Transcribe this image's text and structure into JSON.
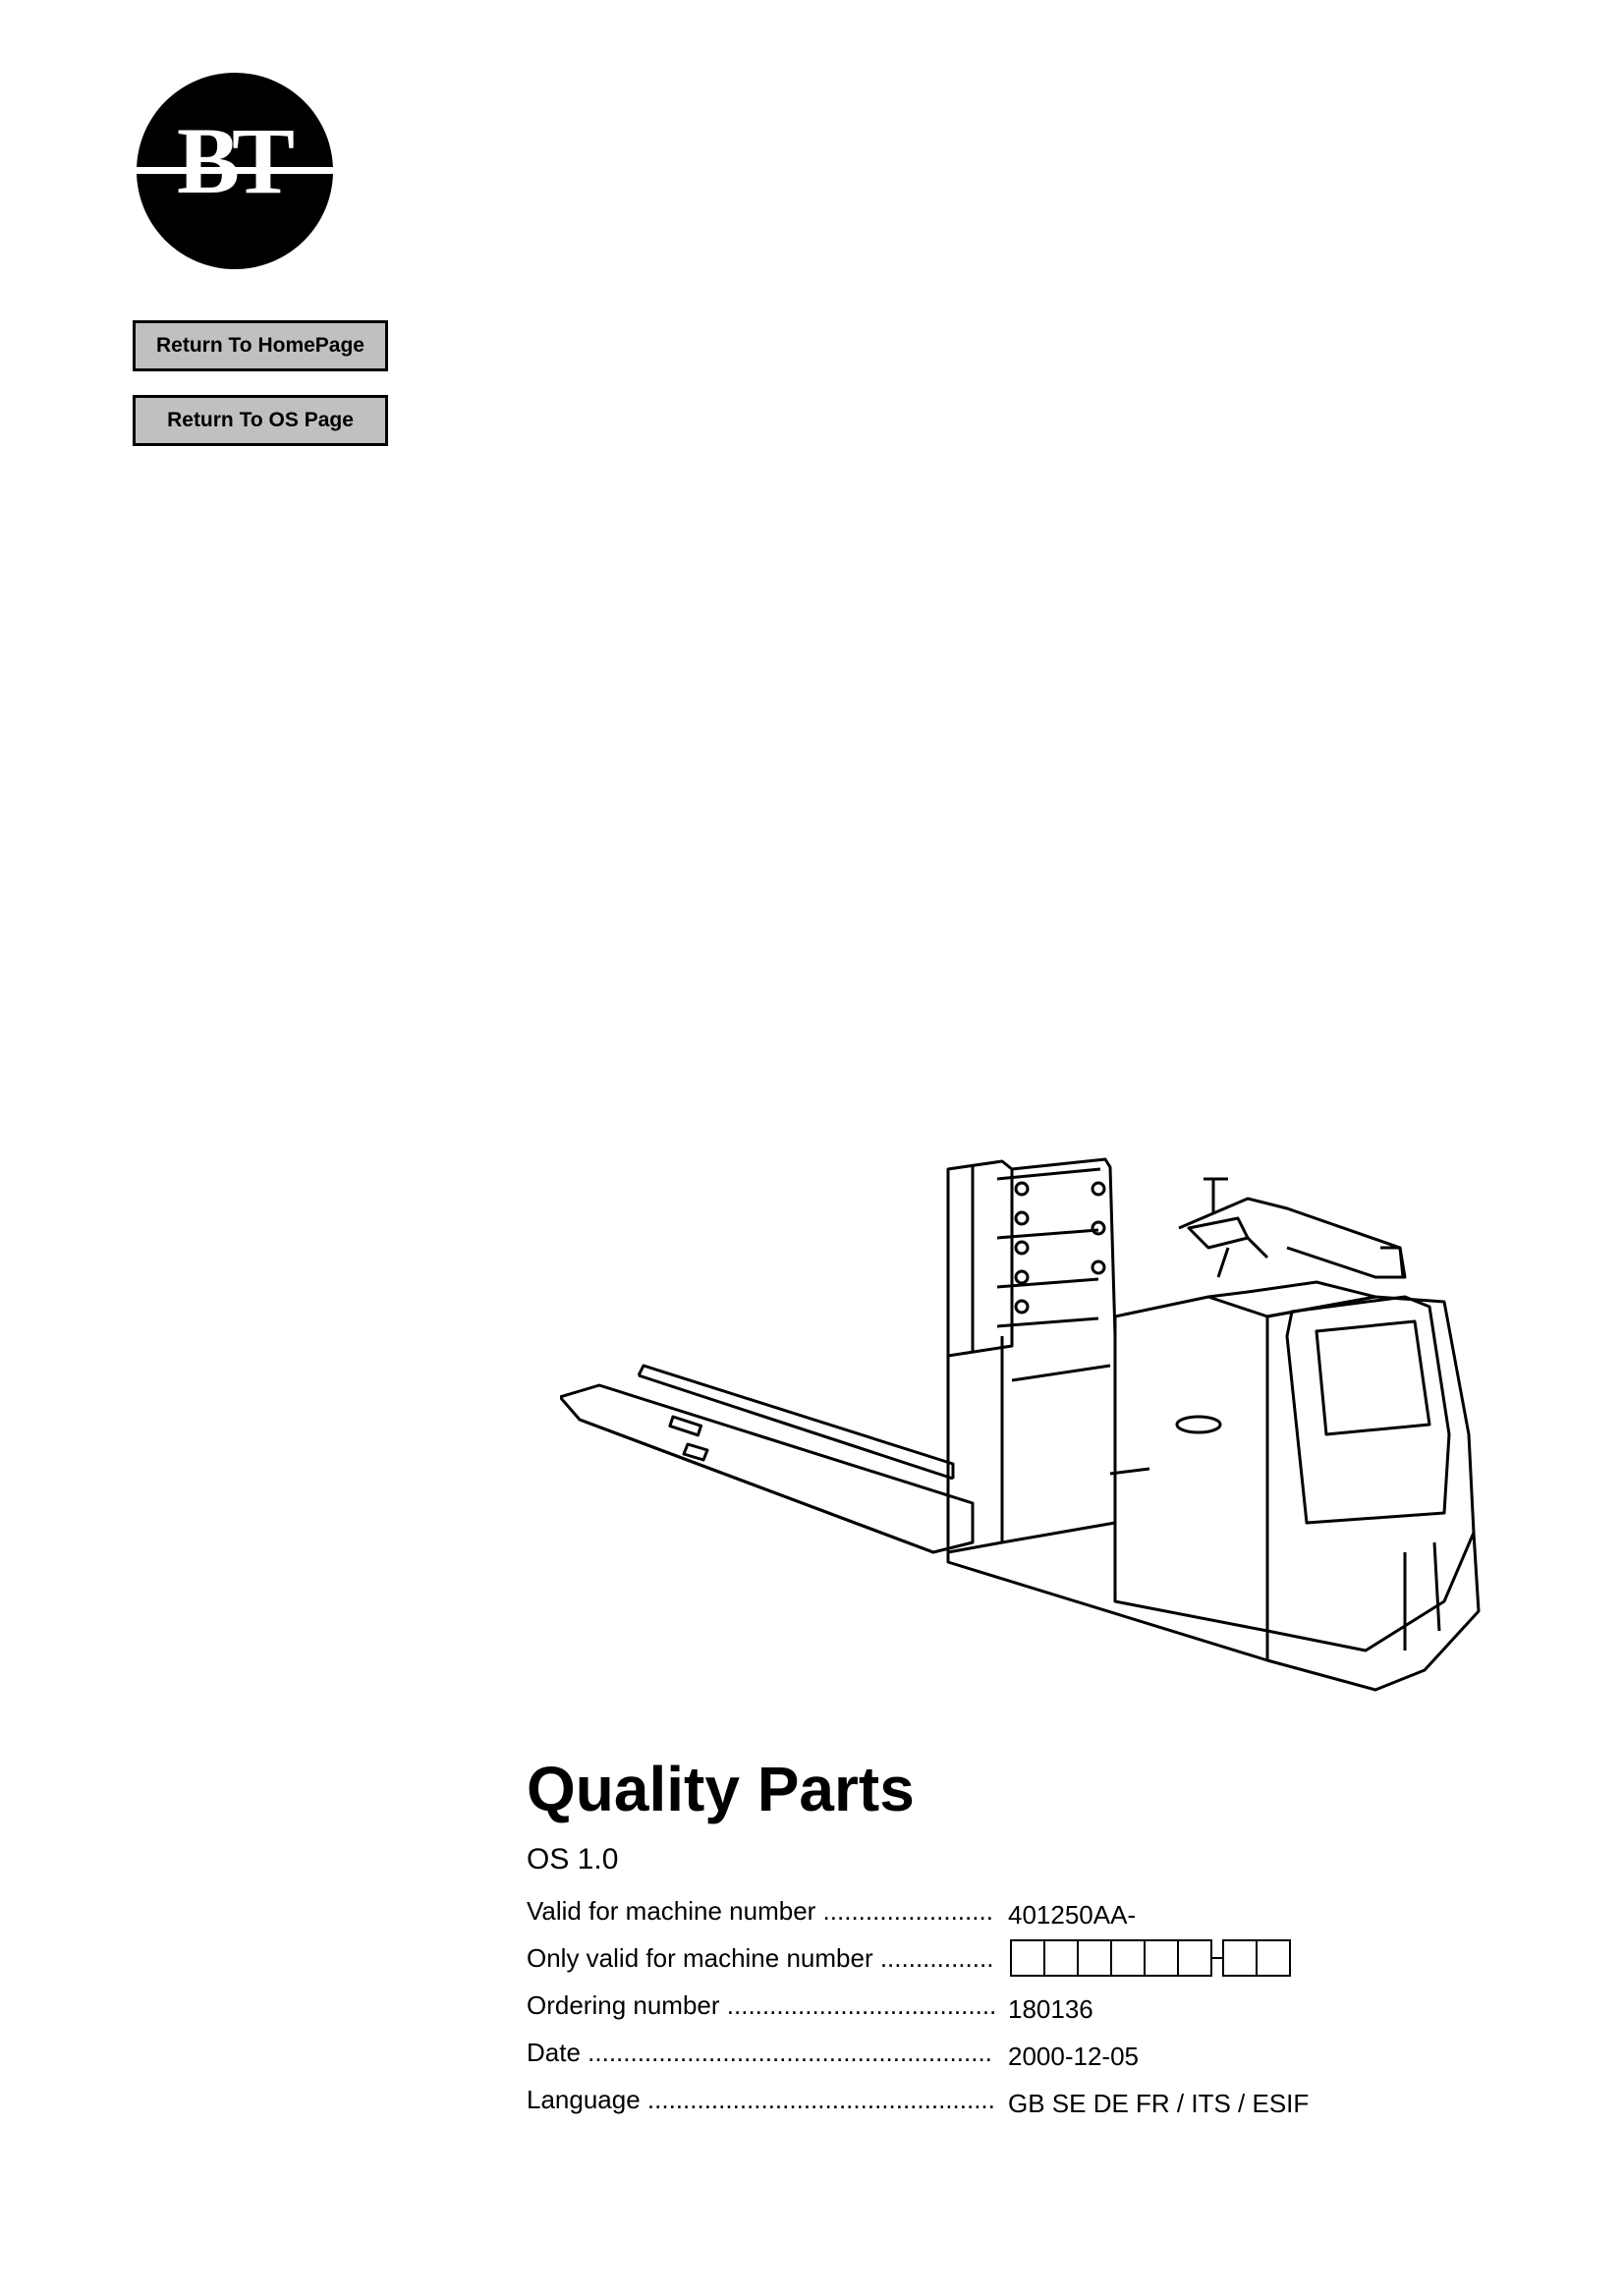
{
  "logo": {
    "text": "BT"
  },
  "nav": {
    "home_label": "Return To HomePage",
    "os_label": "Return To OS Page"
  },
  "document": {
    "title": "Quality Parts",
    "subtitle": "OS 1.0",
    "rows": [
      {
        "label": "Valid for machine number",
        "value": "401250AA-"
      },
      {
        "label": "Only valid for machine number",
        "value": ""
      },
      {
        "label": "Ordering number",
        "value": "180136"
      },
      {
        "label": "Date",
        "value": "2000-12-05"
      },
      {
        "label": "Language",
        "value": "GB SE DE FR / ITS / ESIF"
      }
    ]
  }
}
